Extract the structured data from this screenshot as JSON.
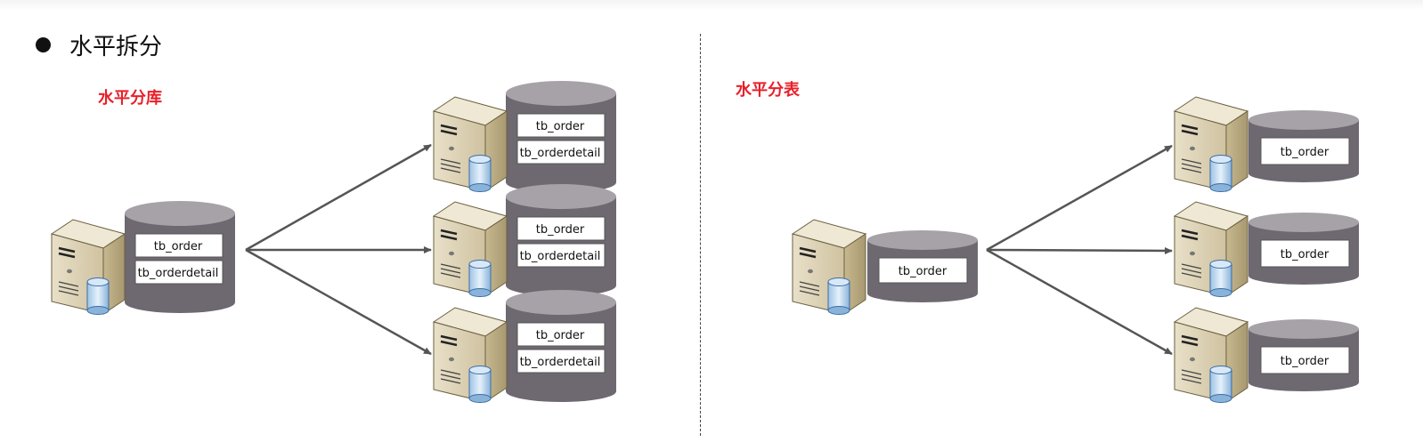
{
  "page": {
    "heading": "水平拆分"
  },
  "sections": {
    "db_split_label": "水平分库",
    "table_split_label": "水平分表"
  },
  "tables": {
    "order": "tb_order",
    "orderdetail": "tb_orderdetail"
  },
  "colors": {
    "accent_red": "#e8202a",
    "cylinder_body": "#6e6870",
    "cylinder_top": "#a7a2a7",
    "arrow": "#555555"
  }
}
